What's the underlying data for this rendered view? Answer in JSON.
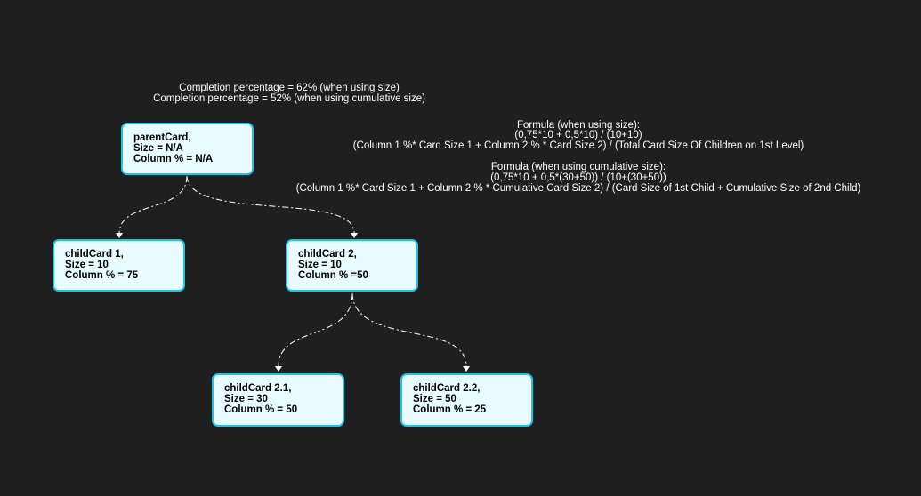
{
  "completion": {
    "line1": "Completion percentage = 62% (when using size)",
    "line2": "Completion percentage = 52% (when using cumulative size)"
  },
  "formula_size": {
    "title": "Formula (when using size):",
    "expr": "(0,75*10 + 0,5*10) / (10+10)",
    "desc": "(Column 1  %* Card Size 1 + Column 2 %  * Card Size 2) / (Total Card Size Of Children on 1st Level)"
  },
  "formula_cumulative": {
    "title": "Formula (when using cumulative size):",
    "expr": "(0,75*10 + 0,5*(30+50)) / (10+(30+50))",
    "desc": "(Column 1  %* Card Size 1 + Column 2 %  * Cumulative Card Size 2) / (Card Size of 1st Child + Cumulative Size of 2nd Child)"
  },
  "cards": {
    "parent": {
      "name": "parentCard,",
      "size": "Size = N/A",
      "column": "Column % = N/A"
    },
    "child1": {
      "name": "childCard 1,",
      "size": "Size = 10",
      "column": "Column % = 75"
    },
    "child2": {
      "name": "childCard 2,",
      "size": "Size = 10",
      "column": "Column % =50"
    },
    "child21": {
      "name": "childCard 2.1,",
      "size": "Size = 30",
      "column": "Column % = 50"
    },
    "child22": {
      "name": "childCard 2.2,",
      "size": "Size = 50",
      "column": "Column % = 25"
    }
  },
  "colors": {
    "background": "#1f1f1f",
    "card_fill": "#e8fbff",
    "card_border": "#1ec3e6",
    "connector": "#ffffff"
  }
}
